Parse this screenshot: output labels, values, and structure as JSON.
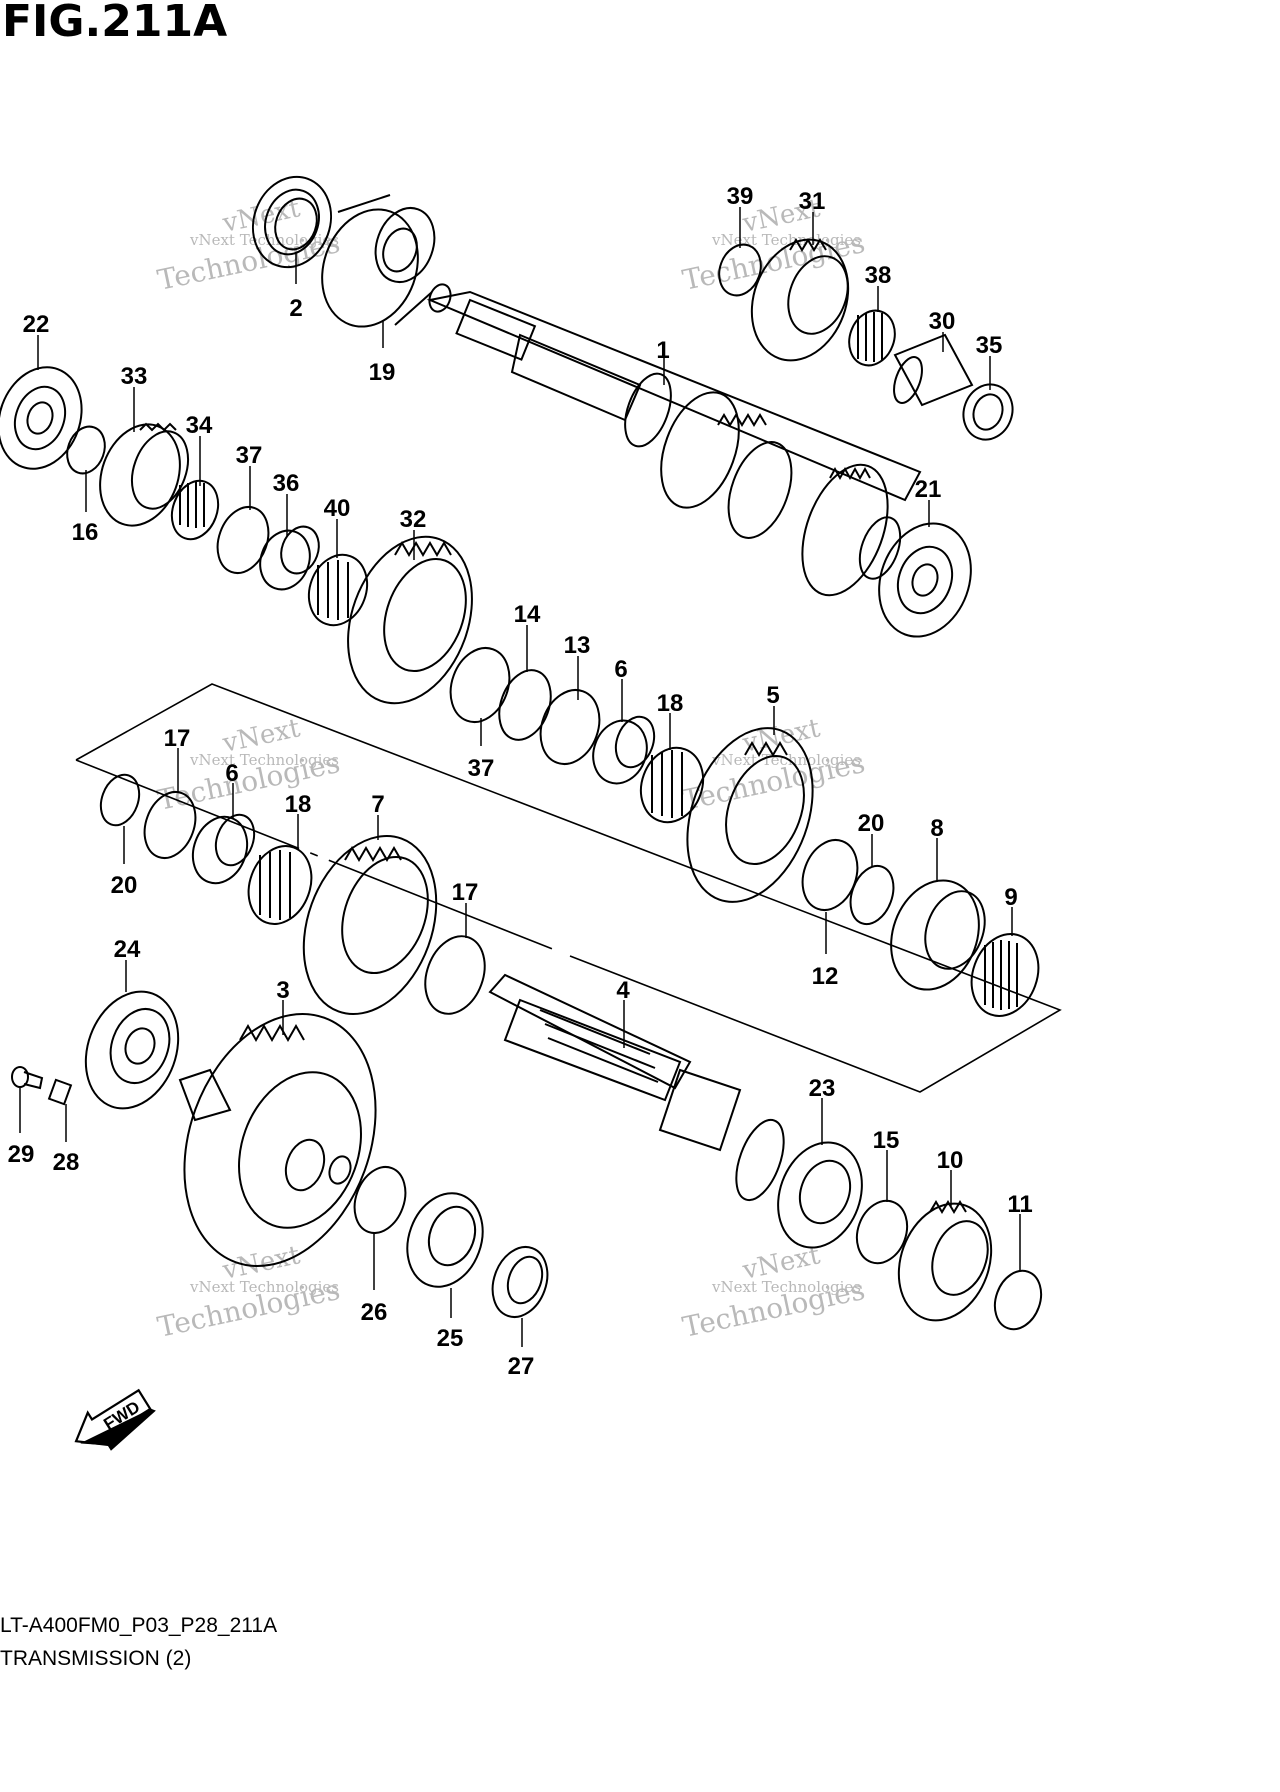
{
  "figure": {
    "title": "FIG.211A",
    "model_code": "LT-A400FM0_P03_P28_211A",
    "section_title": "TRANSMISSION (2)"
  },
  "watermark": {
    "line1": "vNext Technologies",
    "line2": "vNext",
    "line3": "Technologies"
  },
  "direction_label": "FWD",
  "callouts": [
    "1",
    "2",
    "3",
    "4",
    "5",
    "6",
    "6",
    "7",
    "8",
    "9",
    "10",
    "11",
    "12",
    "13",
    "14",
    "15",
    "16",
    "17",
    "17",
    "18",
    "18",
    "19",
    "20",
    "20",
    "21",
    "22",
    "23",
    "24",
    "25",
    "26",
    "27",
    "28",
    "29",
    "30",
    "31",
    "32",
    "33",
    "34",
    "35",
    "36",
    "37",
    "37",
    "38",
    "39",
    "40"
  ]
}
